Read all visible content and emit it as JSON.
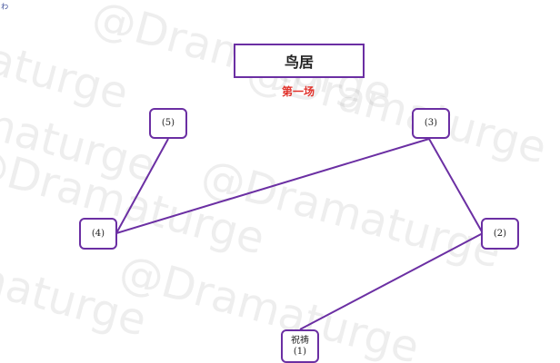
{
  "corner_mark": "ゎ",
  "watermark_text": "@Dramaturge",
  "title": "鸟居",
  "subtitle": "第一场",
  "colors": {
    "border": "#6b2fa3",
    "subtitle": "#e0312a",
    "watermark": "#969696"
  },
  "nodes": [
    {
      "id": "n5",
      "label": "(5)"
    },
    {
      "id": "n3",
      "label": "(3)"
    },
    {
      "id": "n4",
      "label": "(4)"
    },
    {
      "id": "n2",
      "label": "(2)"
    },
    {
      "id": "n1",
      "name": "祝祷",
      "label": "(1)"
    }
  ],
  "edges": [
    {
      "from": "(5)",
      "to": "(4)"
    },
    {
      "from": "(4)",
      "to": "(3)"
    },
    {
      "from": "(3)",
      "to": "(2)"
    },
    {
      "from": "(2)",
      "to": "(1)"
    }
  ]
}
